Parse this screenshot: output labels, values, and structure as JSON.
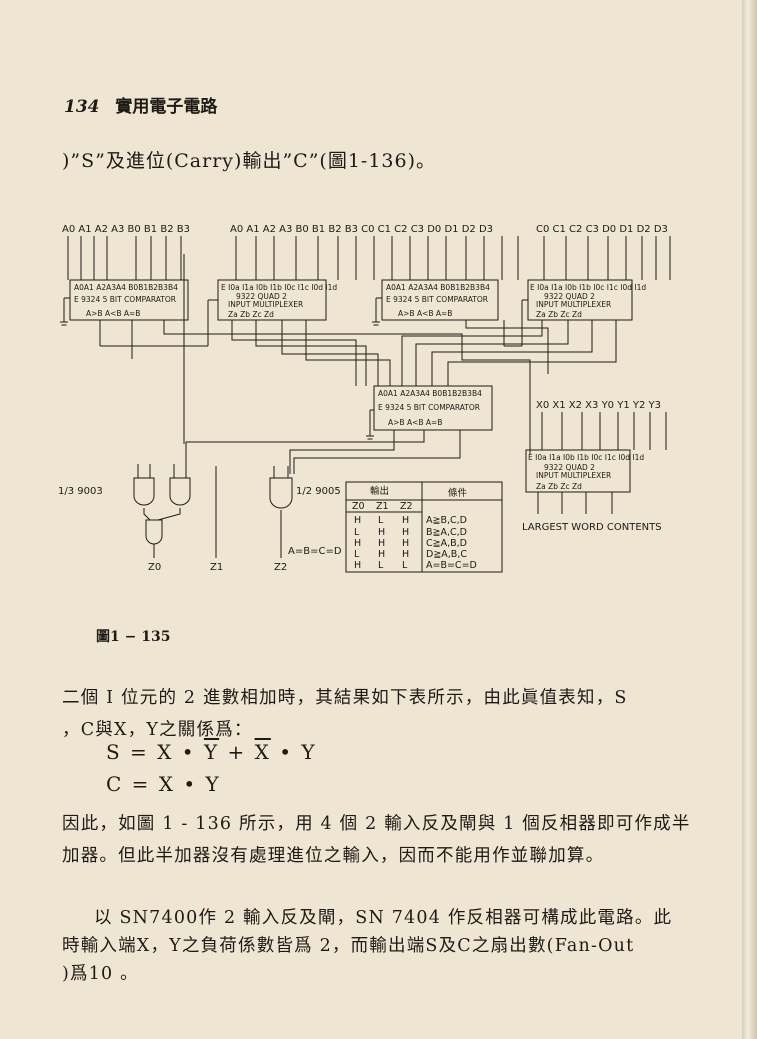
{
  "header": {
    "page_number": "134",
    "book_title": "實用電子電路"
  },
  "intro_text": ")”S”及進位(Carry)輸出”C”(圖1-136)。",
  "figure": {
    "caption": "圖1 − 135",
    "chip1": {
      "pins": "A0A1 A2A3A4 B0B1B2B3B4",
      "part": "E 9324 5 BIT COMPARATOR",
      "outputs": "A>B  A<B   A=B"
    },
    "chip2": {
      "pins": "E I0a I1a I0b I1b I0c I1c I0d I1d",
      "part": "9322 QUAD 2",
      "sub": "INPUT MULTIPLEXER",
      "outputs": "Za  Zb  Zc  Zd"
    },
    "chip3": {
      "pins": "A0A1 A2A3A4 B0B1B2B3B4",
      "part": "E 9324 5 BIT COMPARATOR",
      "outputs": "A>B  A<B   A=B"
    },
    "chip4": {
      "pins": "E I0a I1a I0b I1b I0c I1c I0d I1d",
      "part": "9322 QUAD 2",
      "sub": "INPUT MULTIPLEXER",
      "outputs": "Za  Zb  Zc  Zd"
    },
    "chip5": {
      "pins": "A0A1 A2A3A4 B0B1B2B3B4",
      "part": "E 9324 5 BIT COMPARATOR",
      "outputs": "A>B  A<B   A=B"
    },
    "chip6": {
      "pins": "E I0a I1a I0b I1b I0c I1c I0d I1d",
      "part": "9322 QUAD 2",
      "sub": "INPUT MULTIPLEXER",
      "outputs": "Za  Zb  Zc  Zd"
    },
    "input_labels_1": "A0 A1 A2 A3   B0 B1 B2 B3",
    "input_labels_2": "A0  A1  A2  A3 B0 B1 B2 B3 C0 C1 C2 C3  D0 D1 D2 D3",
    "input_labels_3": "C0  C1  C2  C3 D0 D1 D2 D3",
    "input_labels_4": "X0 X1 X2 X3 Y0 Y1 Y2 Y3",
    "gate_label_1": "1/3 9003",
    "gate_label_2": "1/2 9005",
    "equal_label": "A=B=C=D",
    "largest_label": "LARGEST WORD CONTENTS",
    "outputs": [
      "Z0",
      "Z1",
      "Z2"
    ],
    "table": {
      "header_output": "輸出",
      "header_condition": "條件",
      "col_heads": [
        "Z0",
        "Z1",
        "Z2"
      ],
      "rows": [
        [
          "H",
          "L",
          "H",
          "A≧B,C,D"
        ],
        [
          "L",
          "H",
          "H",
          "B≧A,C,D"
        ],
        [
          "H",
          "H",
          "H",
          "C≧A,B,D"
        ],
        [
          "L",
          "H",
          "H",
          "D≧A,B,C"
        ],
        [
          "H",
          "L",
          "L",
          "A=B=C=D"
        ]
      ]
    }
  },
  "body": {
    "para1_line1": "二個 I 位元的 2 進數相加時，其結果如下表所示，由此眞值表知，S",
    "para1_line2": "，C與X，Y之關係爲：",
    "formula1": {
      "a": "S = X • ",
      "b": "Y",
      "c": " + ",
      "d": "X",
      "e": " • Y"
    },
    "formula2": "C = X • Y",
    "para2_line1": "因此，如圖 1 - 136 所示，用 4 個 2 輸入反及閘與 1 個反相器即可作成半",
    "para2_line2": "加器。但此半加器沒有處理進位之輸入，因而不能用作並聯加算。",
    "para3_line1": "以 SN7400作 2 輸入反及閘，SN 7404  作反相器可構成此電路。此",
    "para3_line2": "時輸入端X，Y之負荷係數皆爲 2，而輸出端S及C之扇出數(Fan-Out",
    "para3_line3": ")爲10 。"
  }
}
